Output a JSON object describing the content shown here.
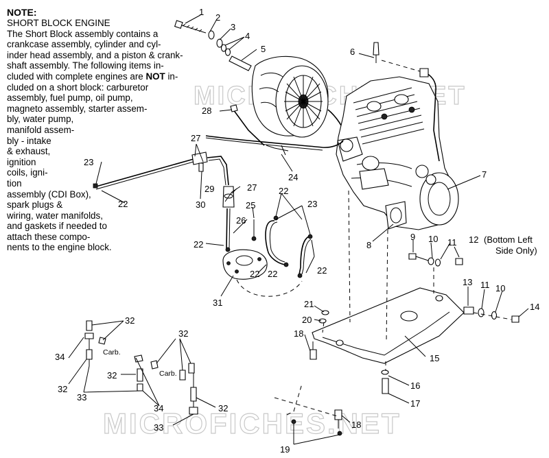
{
  "note": {
    "title": "NOTE:",
    "lines": [
      "SHORT BLOCK ENGINE",
      "The Short Block assembly contains a",
      "crankcase assembly, cylinder and cyl-",
      "inder head assembly, and a piston & crank-",
      "shaft assembly.  The following items in-",
      "cluded with complete engines are NOT in-",
      "cluded on a short block:  carburetor",
      "assembly, fuel pump, oil pump,",
      "magneto assembly, starter assem-",
      "bly, water pump,",
      "manifold assem-",
      "bly - intake",
      "& exhaust,",
      "ignition",
      "coils, igni-",
      "tion",
      "assembly (CDI Box),",
      "spark plugs &",
      "wiring, water manifolds,",
      "and gaskets if needed to",
      "attach these compo-",
      "nents to the engine block."
    ],
    "bold_word": "NOT"
  },
  "callouts": {
    "c1": "1",
    "c2": "2",
    "c3": "3",
    "c4": "4",
    "c5": "5",
    "c6": "6",
    "c7": "7",
    "c8": "8",
    "c9": "9",
    "c10a": "10",
    "c11a": "11",
    "c12": "12",
    "c12_note_1": "(Bottom Left",
    "c12_note_2": "Side Only)",
    "c13": "13",
    "c11b": "11",
    "c10b": "10",
    "c14": "14",
    "c15": "15",
    "c16": "16",
    "c17": "17",
    "c18a": "18",
    "c18b": "18",
    "c19": "19",
    "c20": "20",
    "c21": "21",
    "c22a": "22",
    "c22b": "22",
    "c22c": "22",
    "c22d": "22",
    "c22e": "22",
    "c22f": "22",
    "c23a": "23",
    "c23b": "23",
    "c24": "24",
    "c25": "25",
    "c26": "26",
    "c27a": "27",
    "c27b": "27",
    "c28": "28",
    "c29": "29",
    "c30": "30",
    "c31": "31",
    "c32a": "32",
    "c32b": "32",
    "c32c": "32",
    "c32d": "32",
    "c32e": "32",
    "c33a": "33",
    "c33b": "33",
    "c34a": "34",
    "c34b": "34",
    "carb1": "Carb.",
    "carb2": "Carb."
  },
  "watermark": "MICROFICHES.NET"
}
